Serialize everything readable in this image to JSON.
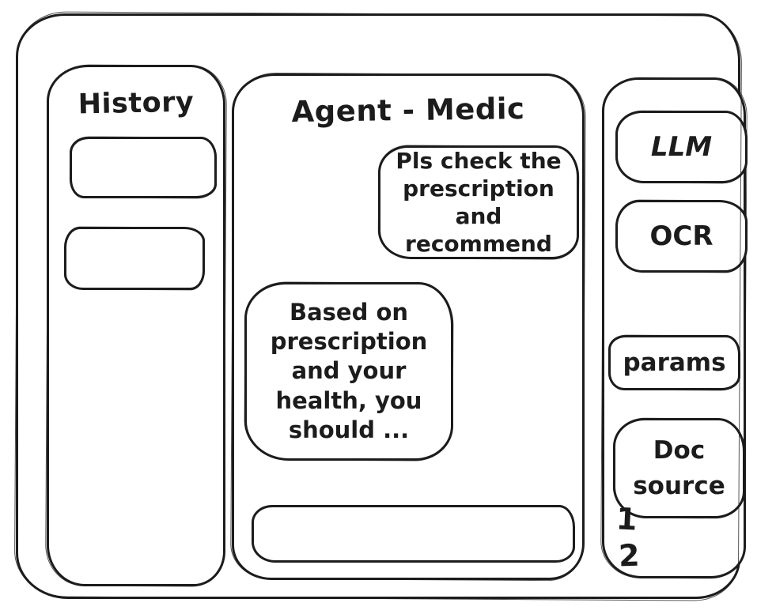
{
  "canvas": {
    "background": "#ffffff",
    "stroke": "#1c1c1c"
  },
  "history_panel": {
    "title": "History",
    "items": [
      {
        "label": ""
      },
      {
        "label": ""
      }
    ]
  },
  "chat_panel": {
    "title": "Agent - Medic",
    "messages": [
      {
        "role": "user",
        "text": "Pls check the prescription and recommend"
      },
      {
        "role": "assistant",
        "text": "Based on prescription and your health, you should ..."
      }
    ],
    "input": {
      "value": "",
      "placeholder": ""
    }
  },
  "tools_panel": {
    "buttons": [
      {
        "label": "LLM"
      },
      {
        "label": "OCR"
      },
      {
        "label": "params"
      },
      {
        "label": "Doc source"
      }
    ],
    "annotations": [
      {
        "label": "1"
      },
      {
        "label": "2"
      }
    ]
  }
}
